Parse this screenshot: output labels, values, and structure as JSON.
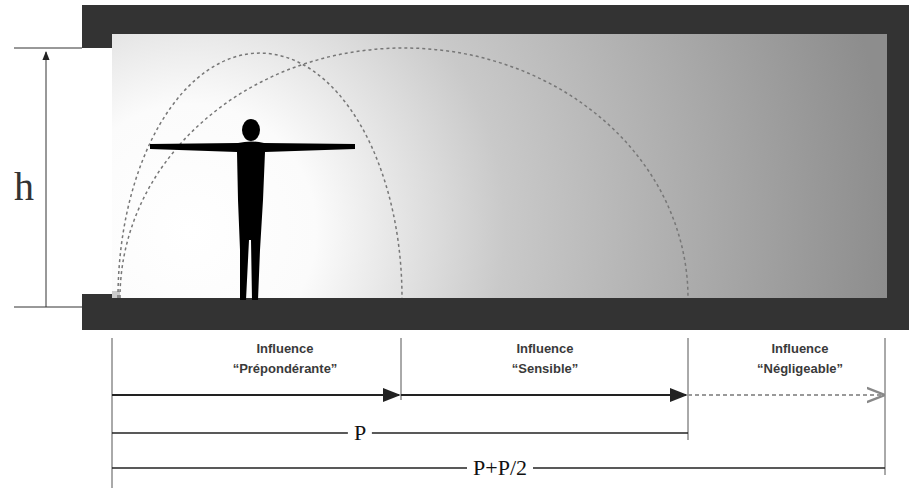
{
  "diagram": {
    "labels": [
      "h",
      "Influence “Prépondérante”",
      "Influence “Sensible”",
      "Influence “Négligeable”",
      "P",
      "P+P/2"
    ]
  }
}
